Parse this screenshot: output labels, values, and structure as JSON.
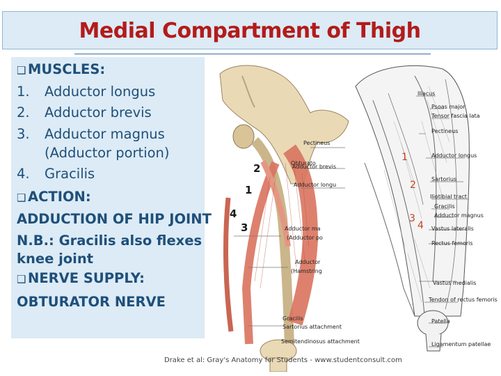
{
  "slide": {
    "title": "Medial Compartment of Thigh",
    "lines": [
      {
        "marker": "q",
        "text": "MUSCLES:"
      },
      {
        "marker": "1.",
        "text": "Adductor longus"
      },
      {
        "marker": "2.",
        "text": "Adductor brevis"
      },
      {
        "marker": "3.",
        "text": "Adductor magnus"
      },
      {
        "marker": "",
        "text": "(Adductor portion)",
        "indent": true
      },
      {
        "marker": "4.",
        "text": "Gracilis"
      },
      {
        "marker": "q",
        "text": "ACTION:"
      },
      {
        "marker": "",
        "text": "ADDUCTION OF HIP JOINT"
      },
      {
        "marker": "",
        "text": "N.B.: Gracilis also flexes"
      },
      {
        "marker": "",
        "text": "knee joint"
      },
      {
        "marker": "q",
        "text": "NERVE SUPPLY:"
      },
      {
        "marker": "",
        "text": "OBTURATOR NERVE"
      }
    ]
  },
  "left_figure": {
    "labels": [
      "Pectineus",
      "Obturato",
      "Adductor brevis",
      "Adductor longu",
      "Adductor ma",
      "(Adductor po",
      "Adductor",
      "(Hamstring",
      "Gracilis",
      "Sartorius attachment",
      "Semitendinosus attachment"
    ],
    "numbers": [
      "2",
      "1",
      "4",
      "3"
    ]
  },
  "right_figure": {
    "labels": [
      "Iliacus",
      "Psoas major",
      "Tensor fascia lata",
      "Pectineus",
      "Adductor longus",
      "Sartorius",
      "Iliotibial tract",
      "Gracilis",
      "Adductor magnus",
      "Vastus lateralis",
      "Rectus femoris",
      "Vastus medialis",
      "Tendon of rectus femoris",
      "Patella",
      "Ligamentum patellae"
    ],
    "numbers": [
      "1",
      "2",
      "3",
      "4"
    ]
  },
  "caption": "Drake et al: Gray's Anatomy for Students - www.studentconsult.com",
  "colors": {
    "title": "#b31b1b",
    "text": "#1f4f7a",
    "panel": "#dcebf5",
    "number_overlay": "#c5421f",
    "muscle": "#d9735e",
    "bone": "#ead9b5"
  }
}
